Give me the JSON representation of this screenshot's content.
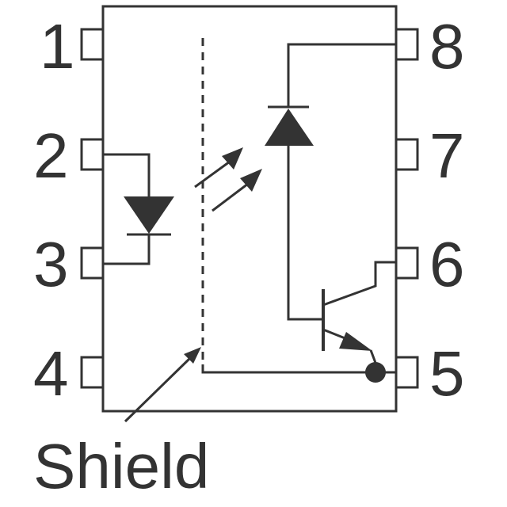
{
  "pins": [
    {
      "id": "pin-1",
      "label": "1"
    },
    {
      "id": "pin-2",
      "label": "2"
    },
    {
      "id": "pin-3",
      "label": "3"
    },
    {
      "id": "pin-4",
      "label": "4"
    },
    {
      "id": "pin-5",
      "label": "5"
    },
    {
      "id": "pin-6",
      "label": "6"
    },
    {
      "id": "pin-7",
      "label": "7"
    },
    {
      "id": "pin-8",
      "label": "8"
    }
  ],
  "caption": "Shield",
  "colors": {
    "ink": "#333333",
    "background": "#ffffff"
  },
  "icons": {
    "led": "led-diode-icon",
    "photodiode": "photodiode-icon",
    "transistor": "transistor-icon",
    "light": "light-arrow-icon"
  }
}
